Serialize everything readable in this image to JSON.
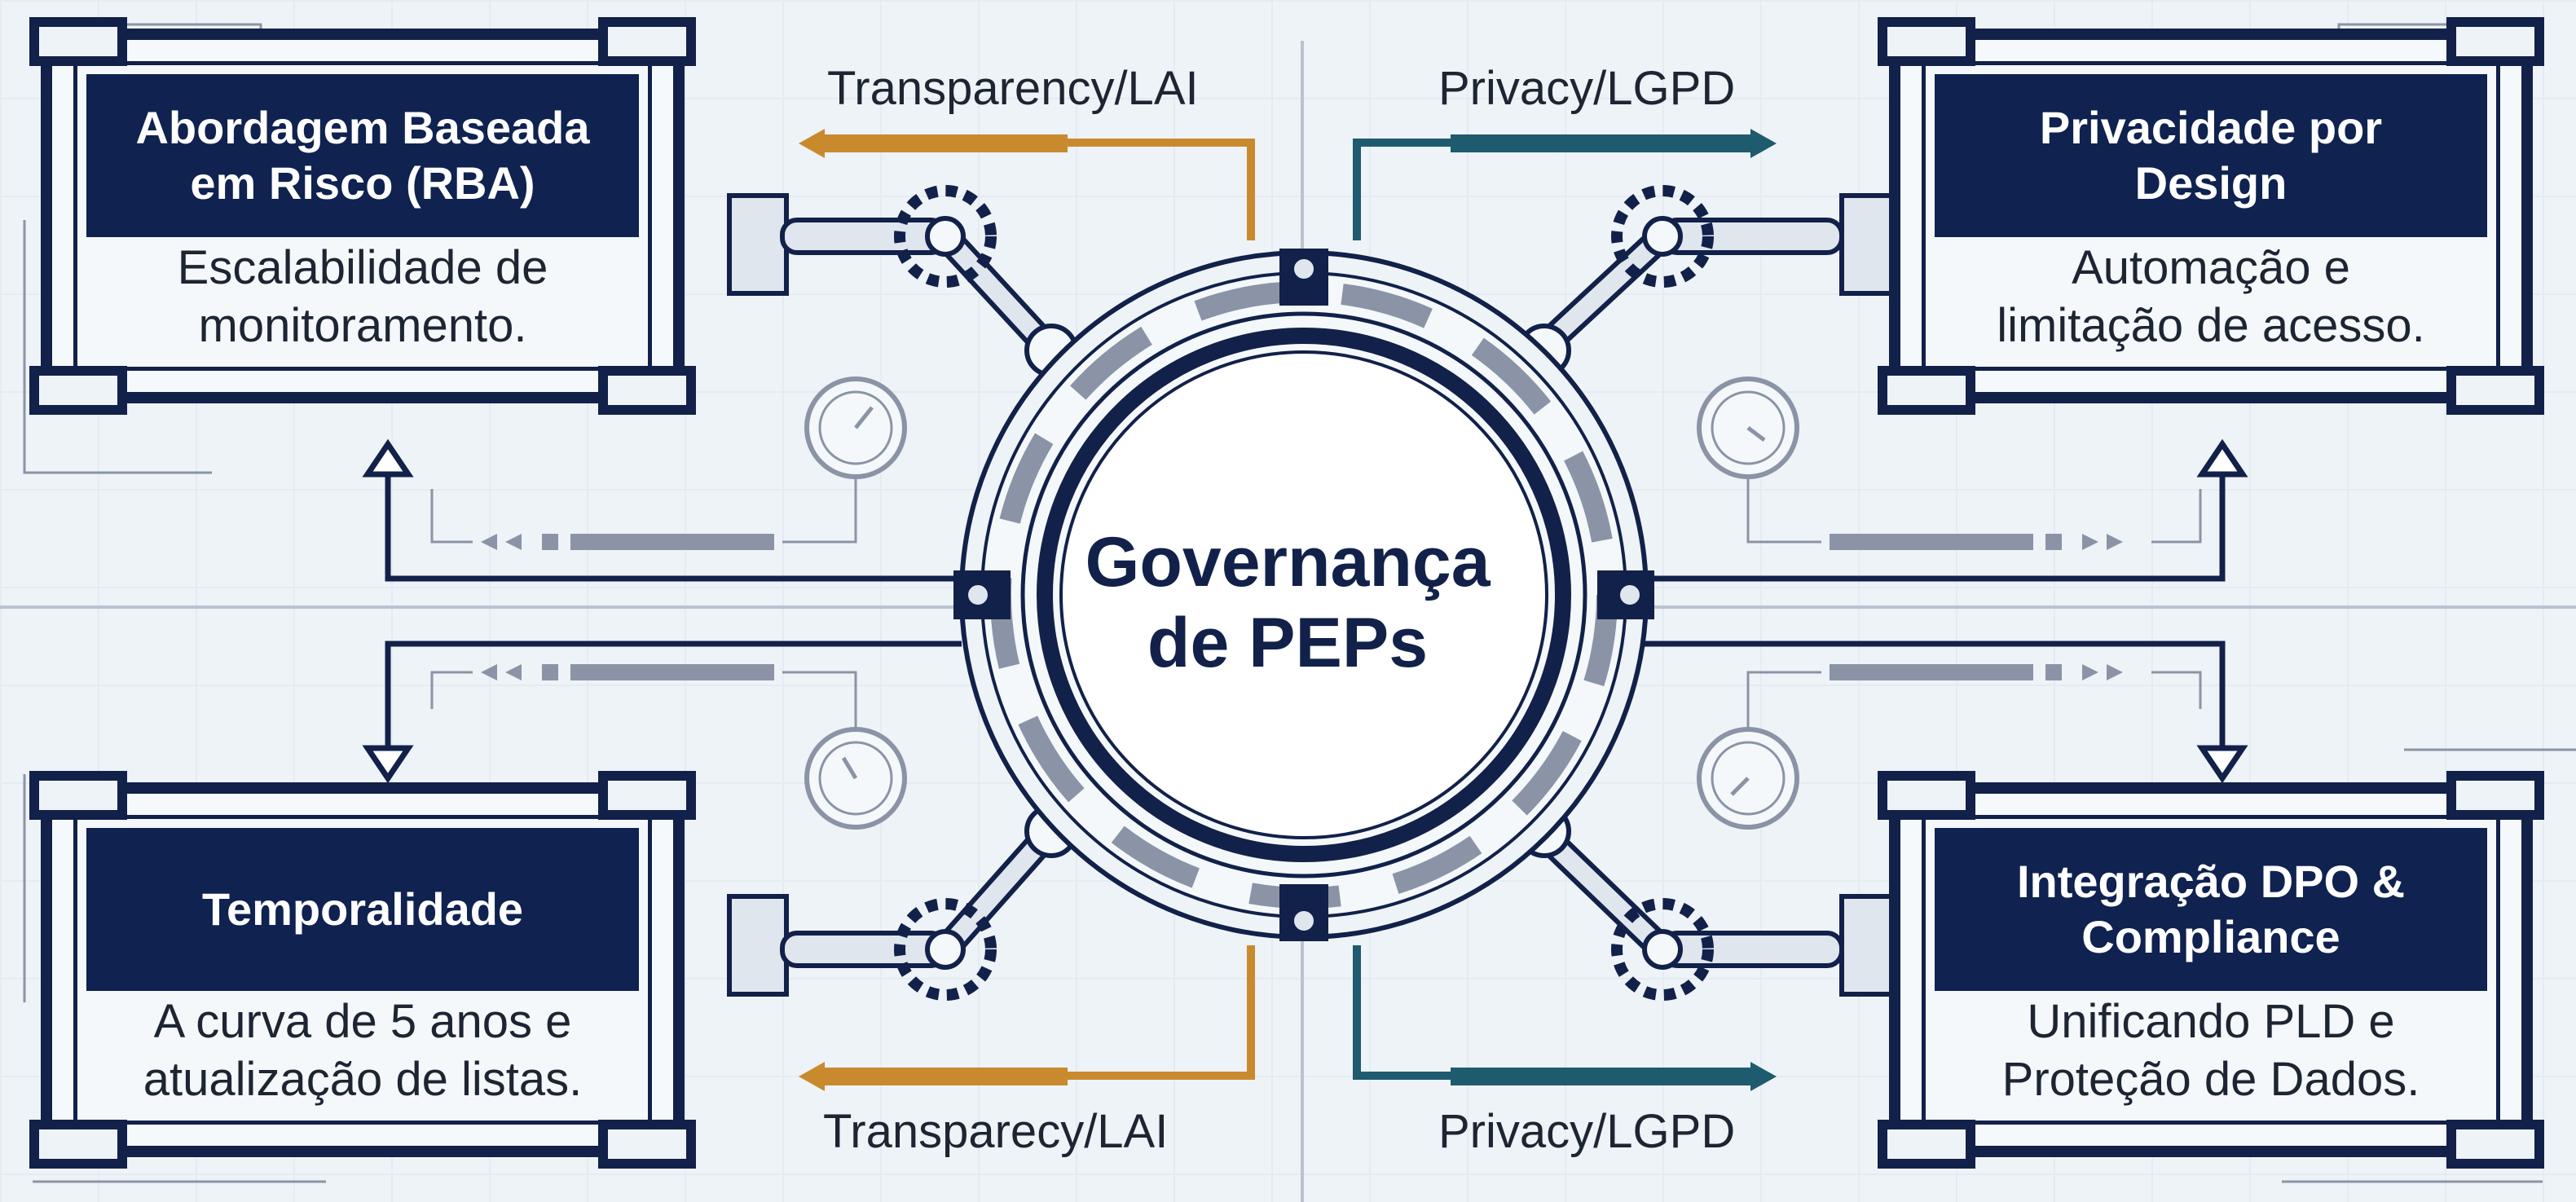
{
  "hub": {
    "line1": "Governança",
    "line2": "de PEPs"
  },
  "cards": {
    "top_left": {
      "title_line1": "Abordagem Baseada",
      "title_line2": "em Risco (RBA)",
      "desc_line1": "Escalabilidade de",
      "desc_line2": "monitoramento."
    },
    "top_right": {
      "title_line1": "Privacidade por",
      "title_line2": "Design",
      "desc_line1": "Automação e",
      "desc_line2": "limitação de acesso."
    },
    "bottom_left": {
      "title_line1": "Temporalidade",
      "title_line2": "",
      "desc_line1": "A curva de 5 anos e",
      "desc_line2": "atualização de listas."
    },
    "bottom_right": {
      "title_line1": "Integração DPO &",
      "title_line2": "Compliance",
      "desc_line1": "Unificando PLD e",
      "desc_line2": "Proteção de Dados."
    }
  },
  "flows": {
    "top_left": "Transparency/LAI",
    "top_right": "Privacy/LGPD",
    "bottom_left": "Transparecy/LAI",
    "bottom_right": "Privacy/LGPD"
  },
  "colors": {
    "navy": "#12214a",
    "header_navy": "#0f2250",
    "transparency_arrow": "#c98a2e",
    "privacy_arrow": "#1f5b6e",
    "gray_bar": "#8a94a6",
    "background": "#eef3f7"
  },
  "icons": [
    "gauge-icon",
    "gear-icon",
    "robotic-arm-icon",
    "arrow-icon"
  ]
}
